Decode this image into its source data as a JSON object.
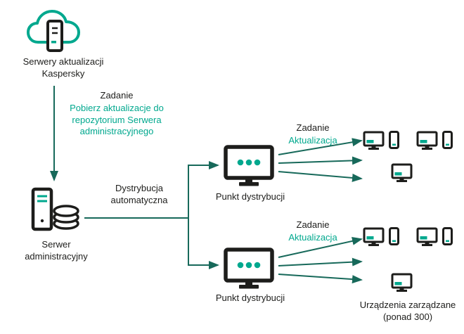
{
  "colors": {
    "teal": "#00A88E",
    "dark": "#1D1D1B",
    "arrow": "#17695A"
  },
  "update_servers": {
    "label": "Serwery aktualizacji\nKaspersky"
  },
  "task_download": {
    "title": "Zadanie",
    "detail": "Pobierz aktualizacje do\nrepozytorium Serwera\nadministracyjnego"
  },
  "admin_server": {
    "label": "Serwer\nadministracyjny"
  },
  "distribution": {
    "label": "Dystrybucja\nautomatyczna"
  },
  "dp_top": {
    "label": "Punkt dystrybucji",
    "task_title": "Zadanie",
    "task_detail": "Aktualizacja"
  },
  "dp_bottom": {
    "label": "Punkt dystrybucji",
    "task_title": "Zadanie",
    "task_detail": "Aktualizacja"
  },
  "managed_devices": {
    "label": "Urządzenia zarządzane\n(ponad 300)"
  }
}
